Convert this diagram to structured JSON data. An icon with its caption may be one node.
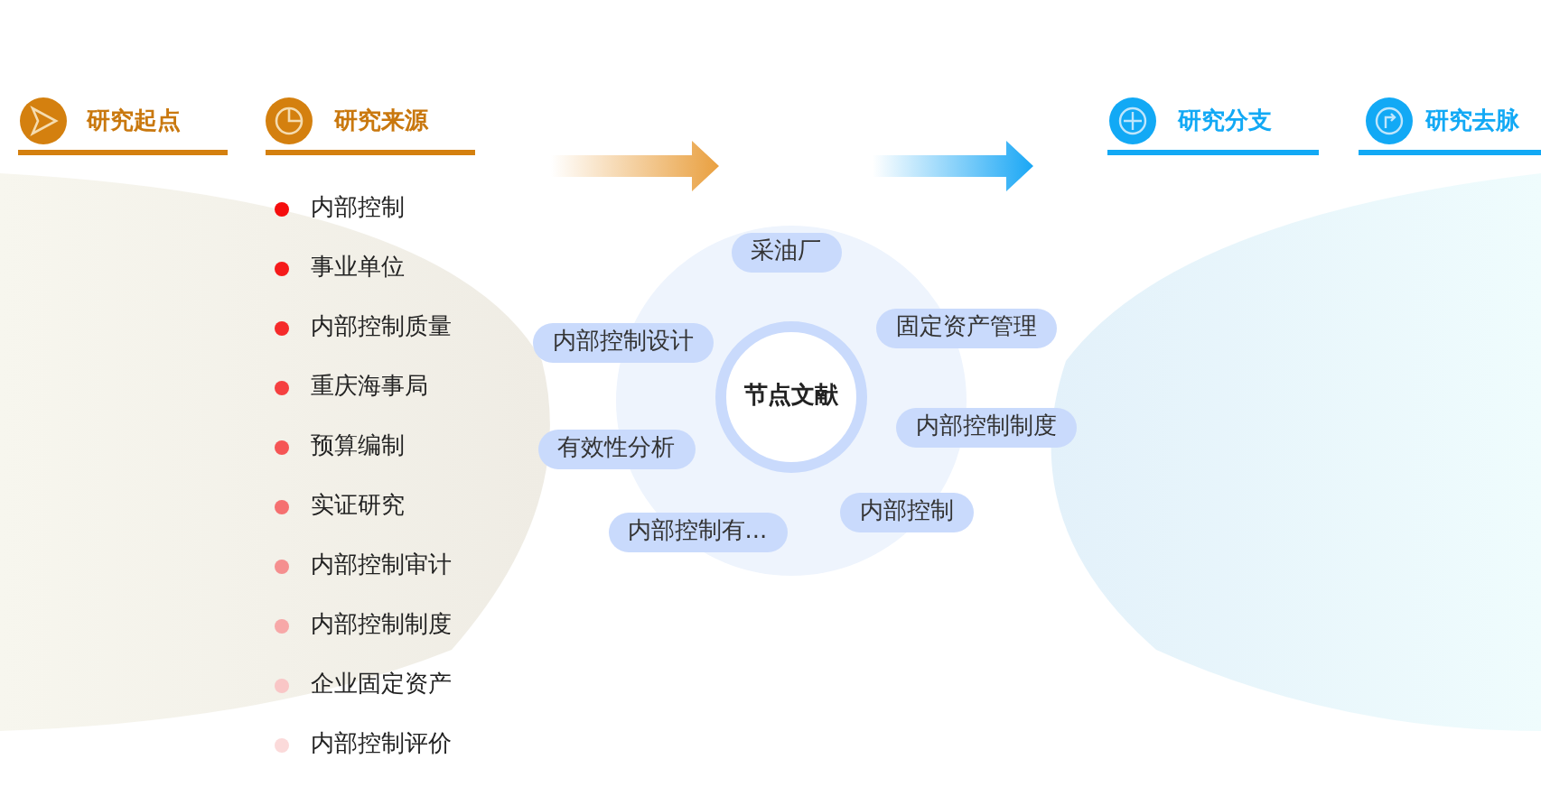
{
  "diagram": {
    "nodes": [
      {
        "text": [
          "节点文献"
        ]
      },
      {
        "text": [
          "采油厂"
        ]
      },
      {
        "text": [
          "内部控制设计"
        ]
      },
      {
        "text": [
          "固定资产管理"
        ]
      },
      {
        "text": [
          "内部控制制度"
        ]
      },
      {
        "text": [
          "有效性分析"
        ]
      },
      {
        "text": [
          "内部控制"
        ]
      },
      {
        "text": [
          "内部控制有..."
        ]
      }
    ],
    "labels": [
      "研究起点",
      "研究来源",
      "研究分支",
      "研究去脉",
      "内部控制",
      "事业单位",
      "内部控制质量",
      "重庆海事局",
      "预算编制",
      "实证研究",
      "内部控制审计",
      "内部控制制度",
      "企业固定资产",
      "内部控制评价"
    ]
  }
}
